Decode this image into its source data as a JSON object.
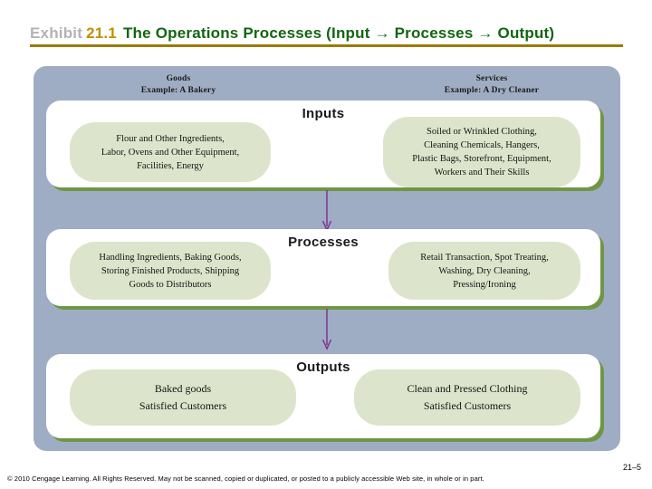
{
  "title": {
    "exhibit_label": "Exhibit",
    "number": "21.1",
    "heading": "The Operations Processes (Input → Processes → Output)",
    "label_color": "#b3b3b3",
    "number_color": "#c09000",
    "heading_color": "#116611",
    "rule_color": "#9a7a08"
  },
  "diagram": {
    "panel_color": "#9fadc4",
    "stage_color": "#ffffff",
    "stage_shadow_color": "#6f9645",
    "bubble_color": "#dce5cb",
    "arrow_color": "#7b2d8e",
    "columns": [
      {
        "title": "Goods",
        "subtitle": "Example: A Bakery"
      },
      {
        "title": "Services",
        "subtitle": "Example: A Dry Cleaner"
      }
    ],
    "stages": [
      {
        "label": "Inputs",
        "left_lines": [
          "Flour and Other Ingredients,",
          "Labor, Ovens and Other Equipment,",
          "Facilities, Energy"
        ],
        "right_lines": [
          "Soiled or Wrinkled Clothing,",
          "Cleaning Chemicals, Hangers,",
          "Plastic Bags, Storefront, Equipment,",
          "Workers and Their Skills"
        ]
      },
      {
        "label": "Processes",
        "left_lines": [
          "Handling Ingredients, Baking Goods,",
          "Storing Finished Products, Shipping",
          "Goods to Distributors"
        ],
        "right_lines": [
          "Retail Transaction, Spot Treating,",
          "Washing, Dry Cleaning,",
          "Pressing/Ironing"
        ]
      },
      {
        "label": "Outputs",
        "left_lines": [
          "Baked goods",
          "Satisfied Customers"
        ],
        "right_lines": [
          "Clean and Pressed Clothing",
          "Satisfied Customers"
        ]
      }
    ]
  },
  "footer": {
    "slide_number": "21–5",
    "copyright": "© 2010 Cengage Learning. All Rights Reserved. May not be scanned, copied or duplicated, or posted to a publicly accessible Web site, in whole or in part."
  }
}
